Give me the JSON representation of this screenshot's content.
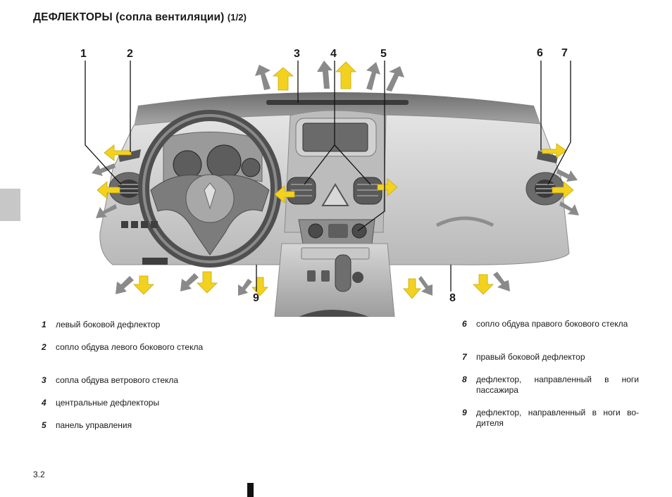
{
  "page": {
    "title": "ДЕФЛЕКТОРЫ (сопла вентиляции)",
    "title_part": "(1/2)",
    "page_number": "3.2"
  },
  "callouts": [
    "1",
    "2",
    "3",
    "4",
    "5",
    "6",
    "7",
    "8",
    "9"
  ],
  "legend_left": [
    {
      "num": "1",
      "text": "левый боковой дефлектор"
    },
    {
      "num": "2",
      "text": "сопло обдува левого бокового стекла"
    },
    {
      "num": "3",
      "text": "сопла обдува ветрового стекла"
    },
    {
      "num": "4",
      "text": "центральные дефлекторы"
    },
    {
      "num": "5",
      "text": "панель управления"
    }
  ],
  "legend_right": [
    {
      "num": "6",
      "text": "сопло обдува правого бокового стекла"
    },
    {
      "num": "7",
      "text": "правый боковой дефлектор"
    },
    {
      "num": "8",
      "text": "дефлектор, направленный в ноги пассажира"
    },
    {
      "num": "9",
      "text": "дефлектор, направленный в ноги во­дителя"
    }
  ],
  "colors": {
    "airflow_yellow": "#f2d21e",
    "airflow_grey": "#8a8a8a",
    "dashboard": "#cfcfcf",
    "tab": "#c7c7c7"
  }
}
